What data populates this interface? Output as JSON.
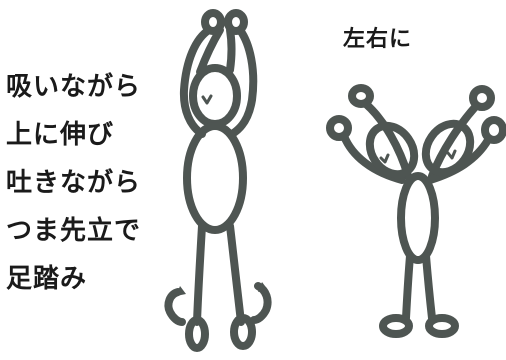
{
  "instructions": {
    "lines": [
      "吸いながら",
      "上に伸び",
      "吐きながら",
      "つま先立で",
      "足踏み"
    ]
  },
  "side_label": "左右に",
  "colors": {
    "ink": "#4e5552",
    "text": "#1a1a1a",
    "background": "#ffffff"
  }
}
